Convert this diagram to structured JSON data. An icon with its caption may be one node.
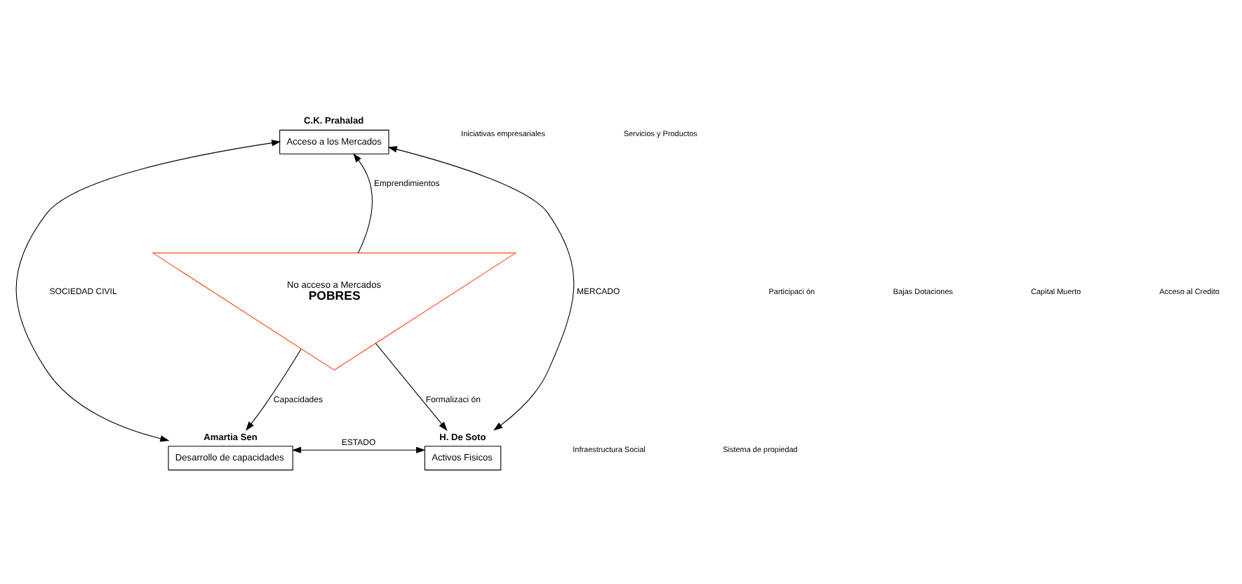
{
  "diagram": {
    "nodes": [
      {
        "text": [
          "Acceso a los Mercados"
        ],
        "beside": [
          "C.K. Prahalad"
        ]
      },
      {
        "text": [
          "No acceso a Mercados",
          "POBRES"
        ]
      },
      {
        "text": [
          "Desarrollo de capacidades"
        ],
        "beside": [
          "Amartia Sen"
        ]
      },
      {
        "text": [
          "Activos Fisicos"
        ],
        "beside": [
          "H. De Soto"
        ]
      }
    ],
    "edges": [
      {
        "from": 2,
        "to": 0,
        "arrow": "both",
        "label": "SOCIEDAD CIVIL"
      },
      {
        "from": 0,
        "to": 3,
        "arrow": "both",
        "label": "MERCADO"
      },
      {
        "from": 1,
        "to": 0,
        "arrow": "to",
        "label": "Emprendimientos"
      },
      {
        "from": 1,
        "to": 2,
        "arrow": "to",
        "label": "Capacidades"
      },
      {
        "from": 1,
        "to": 3,
        "arrow": "to",
        "label": "Formalizaci ón"
      },
      {
        "from": 2,
        "to": 3,
        "arrow": "both",
        "label": "ESTADO"
      }
    ],
    "labels": [
      "Iniciativas empresariales",
      "Servicios y Productos",
      "Participaci ón",
      "Bajas Dotaciones",
      "Capital Muerto",
      "Acceso al Credito",
      "Infraestructura Social",
      "Sistema de propiedad"
    ]
  }
}
